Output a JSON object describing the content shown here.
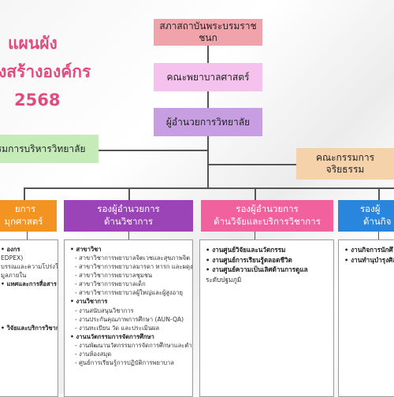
{
  "title": {
    "line1": "แผนผัง",
    "line2": "งสร้างองค์กร",
    "year": "2568"
  },
  "top": {
    "council": "สภาสถาบันพระบรมราชชนก",
    "faculty": "คณะพยาบาลศาสตร์",
    "director": "ผู้อำนวยการวิทยาลัย",
    "board": "กรรมการบริหารวิทยาลัย",
    "ethics_line1": "คณะกรรมการ",
    "ethics_line2": "จริยธรรม"
  },
  "columns": [
    {
      "line1": "ยการ",
      "line2": "มุกศาสตร์",
      "color": "#f39322",
      "items": [
        {
          "text": "องกร",
          "style": "bold"
        },
        {
          "text": "EDPEX)",
          "style": "plain"
        },
        {
          "text": "บรรณและความโปร่งใส",
          "style": "plain"
        },
        {
          "text": "มูลภายใน",
          "style": "plain"
        },
        {
          "text": "แทศและการสื่อสาร",
          "style": "bold"
        },
        {
          "text": "",
          "style": "plain"
        },
        {
          "text": "",
          "style": "plain"
        },
        {
          "text": "",
          "style": "plain"
        },
        {
          "text": "",
          "style": "plain"
        },
        {
          "text": "วิจัยและบริการวิชาการ",
          "style": "bold"
        }
      ]
    },
    {
      "line1": "รองผู้อำนวยการ",
      "line2": "ด้านวิชาการ",
      "color": "#9a44b8",
      "items": [
        {
          "text": "สาขาวิชา",
          "style": "bold"
        },
        {
          "text": "สาขาวิชาการพยาบาลจิตเวชและสุขภาพจิต",
          "style": "sub"
        },
        {
          "text": "สาขาวิชาการพยาบาลมารดา ทารก และผดุงครรภ์",
          "style": "sub"
        },
        {
          "text": "สาขาวิชาการพยาบาลชุมชน",
          "style": "sub"
        },
        {
          "text": "สาขาวิชาการพยาบาลเด็ก",
          "style": "sub"
        },
        {
          "text": "สาขาวิชาการพยาบาลผู้ใหญ่และผู้สูงอายุ",
          "style": "sub"
        },
        {
          "text": "งานวิชาการ",
          "style": "bold"
        },
        {
          "text": "งานสนับสนุนวิชาการ",
          "style": "sub"
        },
        {
          "text": "งานประกันคุณภาพการศึกษา (AUN-QA)",
          "style": "sub"
        },
        {
          "text": "งานทะเบียน วัด และประเมินผล",
          "style": "sub"
        },
        {
          "text": "งานนวัตกรรมการจัดการศึกษา",
          "style": "bold"
        },
        {
          "text": "งานพัฒนานวัตกรรมการจัดการศึกษาและตำรา",
          "style": "sub"
        },
        {
          "text": "งานห้องสมุด",
          "style": "sub"
        },
        {
          "text": "ศูนย์การเรียนรู้การปฏิบัติการพยาบาล",
          "style": "sub"
        }
      ]
    },
    {
      "line1": "รองผู้อำนวยการ",
      "line2": "ด้านวิจัยและบริการวิชาการ",
      "color": "#f0619e",
      "items": [
        {
          "text": "งานศูนย์วิจัยและนวัตกรรม",
          "style": "bold"
        },
        {
          "text": "งานศูนย์การเรียนรู้ตลอดชีวิต",
          "style": "bold"
        },
        {
          "text": "งานศูนย์ความเป็นเลิศด้านการดูแล",
          "style": "bold"
        },
        {
          "text": "ระดับปฐมภูมิ",
          "style": "plain"
        }
      ]
    },
    {
      "line1": "รองผู้",
      "line2": "ด้านกิจ",
      "color": "#2a86dc",
      "items": [
        {
          "text": "งานกิจการนักศึ",
          "style": "bold"
        },
        {
          "text": "งานทำนุบำรุงศิล",
          "style": "bold"
        }
      ]
    }
  ]
}
